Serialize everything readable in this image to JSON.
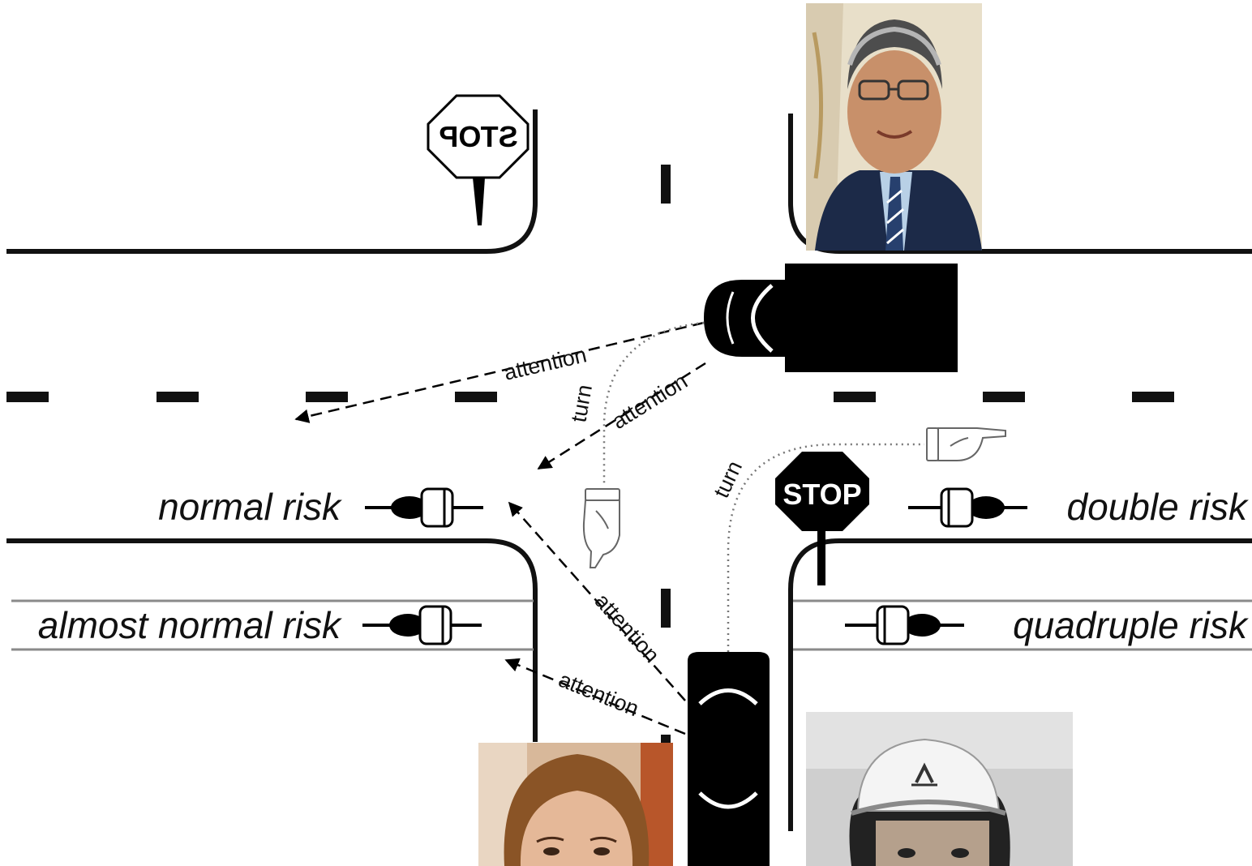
{
  "colors": {
    "ink": "#000000",
    "road_line": "#111111",
    "lane_grey": "#8a8a8a",
    "background": "#ffffff"
  },
  "signs": {
    "stop_top_text": "STOP",
    "stop_right_text": "STOP"
  },
  "risk_labels": {
    "normal": "normal risk",
    "almost_normal": "almost normal risk",
    "double": "double risk",
    "quadruple": "quadruple risk"
  },
  "annotations": {
    "attention": "attention",
    "turn": "turn"
  },
  "icons": {
    "pointing_hand": "pointing-hand-icon",
    "bicycle": "bicycle-icon",
    "car": "car-icon",
    "stop_sign": "stop-sign-icon"
  }
}
